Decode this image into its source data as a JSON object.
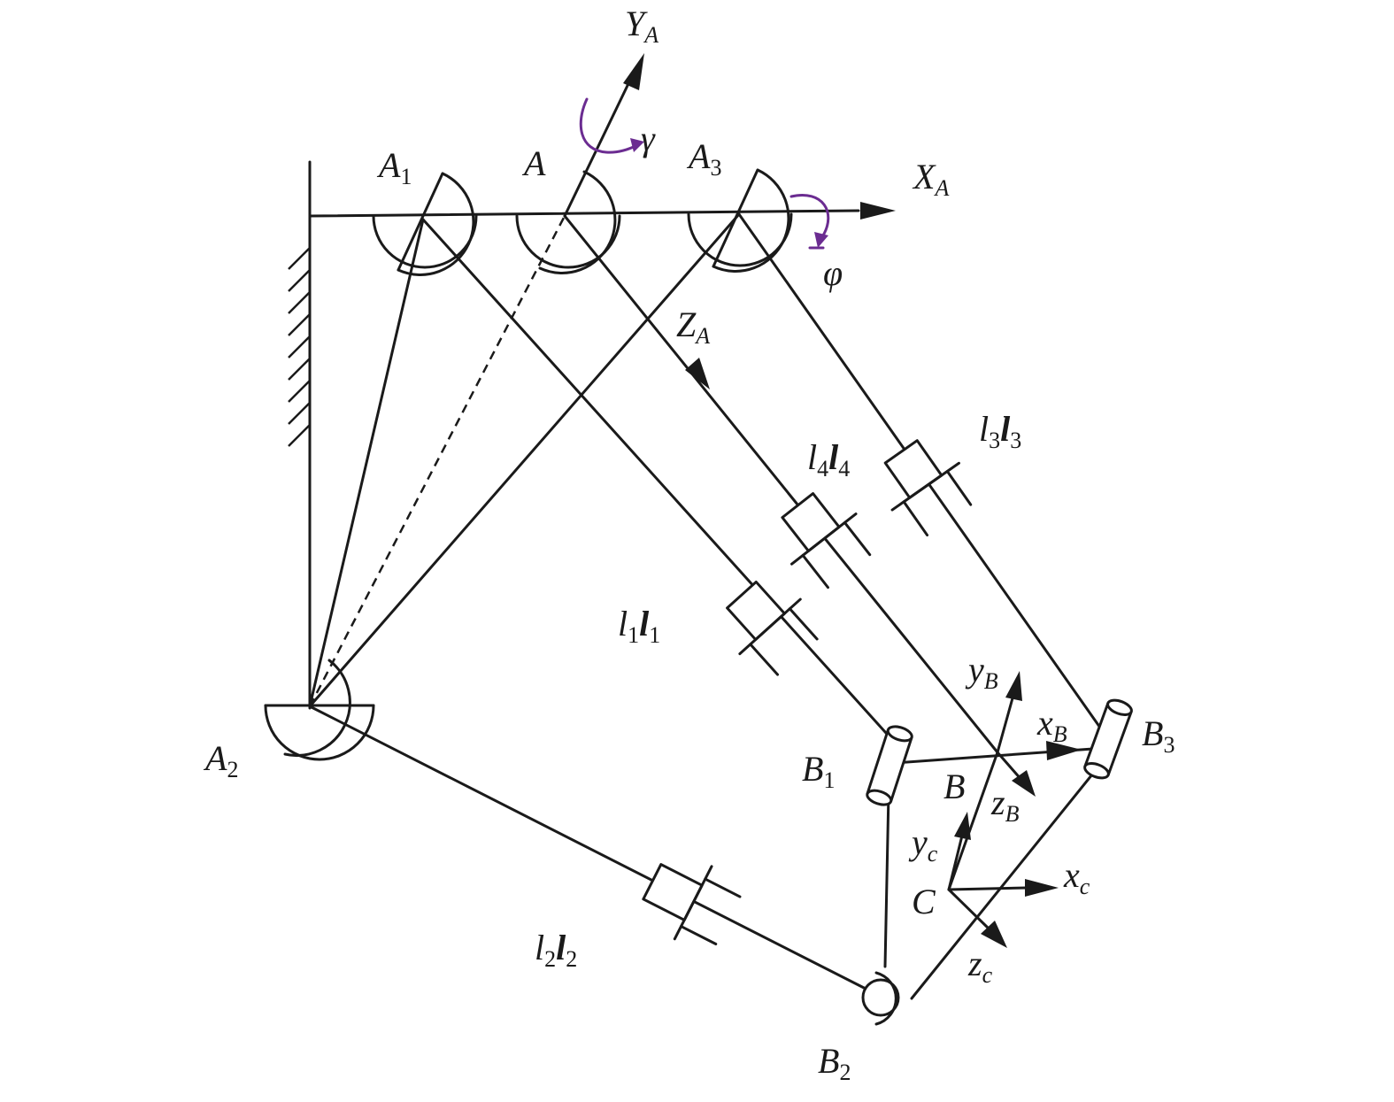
{
  "labels": {
    "YA": {
      "main": "Y",
      "sub": "A"
    },
    "XA": {
      "main": "X",
      "sub": "A"
    },
    "ZA": {
      "main": "Z",
      "sub": "A"
    },
    "gamma": "γ",
    "phi": "φ",
    "A": "A",
    "A1": {
      "main": "A",
      "sub": "1"
    },
    "A2": {
      "main": "A",
      "sub": "2"
    },
    "A3": {
      "main": "A",
      "sub": "3"
    },
    "B": "B",
    "B1": {
      "main": "B",
      "sub": "1"
    },
    "B2": {
      "main": "B",
      "sub": "2"
    },
    "B3": {
      "main": "B",
      "sub": "3"
    },
    "C": "C",
    "l1": {
      "a": "l",
      "s1": "1",
      "b": "l",
      "s2": "1"
    },
    "l2": {
      "a": "l",
      "s1": "2",
      "b": "l",
      "s2": "2"
    },
    "l3": {
      "a": "l",
      "s1": "3",
      "b": "l",
      "s2": "3"
    },
    "l4": {
      "a": "l",
      "s1": "4",
      "b": "l",
      "s2": "4"
    },
    "yB": {
      "main": "y",
      "sub": "B"
    },
    "xB": {
      "main": "x",
      "sub": "B"
    },
    "zB": {
      "main": "z",
      "sub": "B"
    },
    "yc": {
      "main": "y",
      "sub": "c"
    },
    "xc": {
      "main": "x",
      "sub": "c"
    },
    "zc": {
      "main": "z",
      "sub": "c"
    }
  },
  "colors": {
    "ink": "#1a1a1a",
    "rotation": "#6b2c91"
  }
}
